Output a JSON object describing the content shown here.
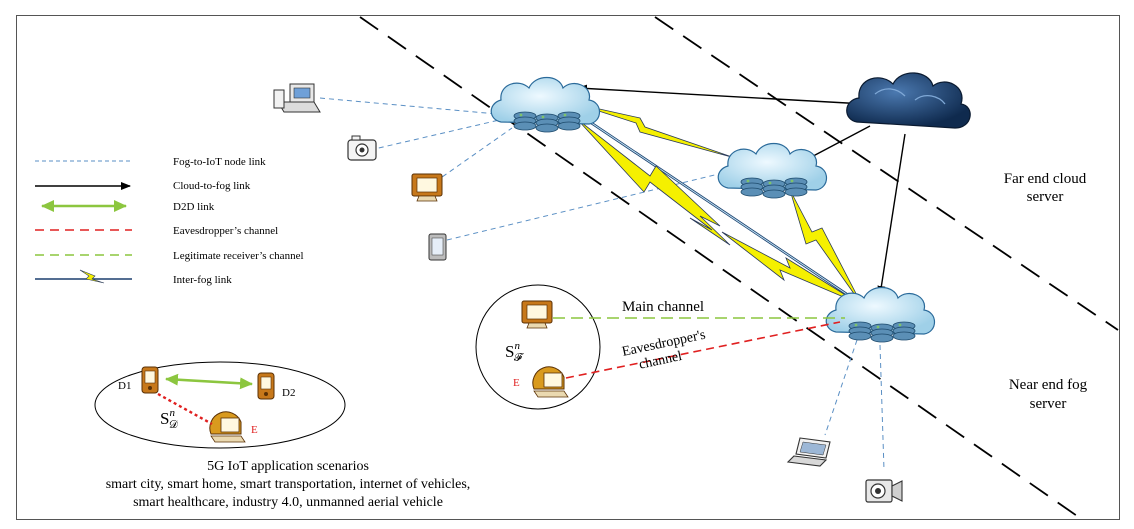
{
  "legend": {
    "fog_iot": "Fog-to-IoT node link",
    "cloud_fog": "Cloud-to-fog link",
    "d2d": "D2D link",
    "eaves": "Eavesdropper’s channel",
    "legit": "Legitimate receiver’s channel",
    "inter_fog": "Inter-fog link"
  },
  "labels": {
    "far_cloud_1": "Far end cloud",
    "far_cloud_2": "server",
    "near_fog_1": "Near end fog",
    "near_fog_2": "server",
    "main_channel": "Main channel",
    "eaves_1": "Eavesdropper's",
    "eaves_2": "channel"
  },
  "fog_group": {
    "e": "E",
    "set_sub": "𝓕",
    "set": "S",
    "sup": "n"
  },
  "d2d_group": {
    "d1": "D1",
    "d2": "D2",
    "e": "E",
    "set": "S",
    "sup": "n",
    "sub": "𝒟"
  },
  "scenarios": {
    "title": "5G IoT application scenarios",
    "line1": "smart city, smart home, smart transportation, internet of vehicles,",
    "line2": "smart healthcare, industry 4.0, unmanned aerial vehicle"
  },
  "colors": {
    "fog_link": "#5a8fc4",
    "d2d": "#8cc63f",
    "eaves": "#e02020",
    "legit": "#8cc63f",
    "bolt": "#f5f000",
    "cloud_dark": "#1b3f6e",
    "fog_cloud": "#bfe2f2"
  }
}
